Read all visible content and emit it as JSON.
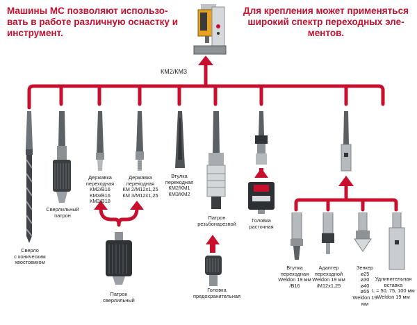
{
  "header": {
    "left_text": "Машины МС позволяют использо-\nвать в работе различную оснастку и\nинструмент.",
    "right_text": "Для крепления может применяться\nширокий спектр переходных эле-\nментов."
  },
  "mount": {
    "label": "КМ2/КМ3"
  },
  "tools": {
    "drill": "Сверло\nс коническим\nхвостовиком",
    "drill_chuck": "Сверлильный\nпатрон",
    "holder_b16": "Державка\nпереходная\nКМ2/В16\nКМ3/В16\nКМ3/В18",
    "holder_m12": "Державка\nпереходная\nКМ 2/М12х1,25\nКМ 3/М12х1,25",
    "sleeve_km": "Втулка\nпереходная\nКМ2/КМ1\nКМ3/КМ2",
    "tap_chuck": "Патрон\nрезьбонарезной",
    "safety_head": "Головка\nпредохранительная",
    "boring_head": "Головка\nрасточная",
    "drill_chuck_b": "Патрон\nсверлильный",
    "weldon_sleeve": "Втулка\nпереходная\nWeldon 19 мм\n/В16",
    "weldon_adapter": "Адаптер\nпереходной\nWeldon 19 мм\n/М12х1,25",
    "countersink": "Зенкер\nø25\nø30\nø40\nø55\nWeldon 19 мм",
    "extension": "Удлинительная\nвставка\nL = 50, 75, 100 мм\nWeldon 19 мм"
  },
  "colors": {
    "accent": "#c8102e",
    "metal_dark": "#3b3f44",
    "metal_light": "#c9cdd1"
  }
}
